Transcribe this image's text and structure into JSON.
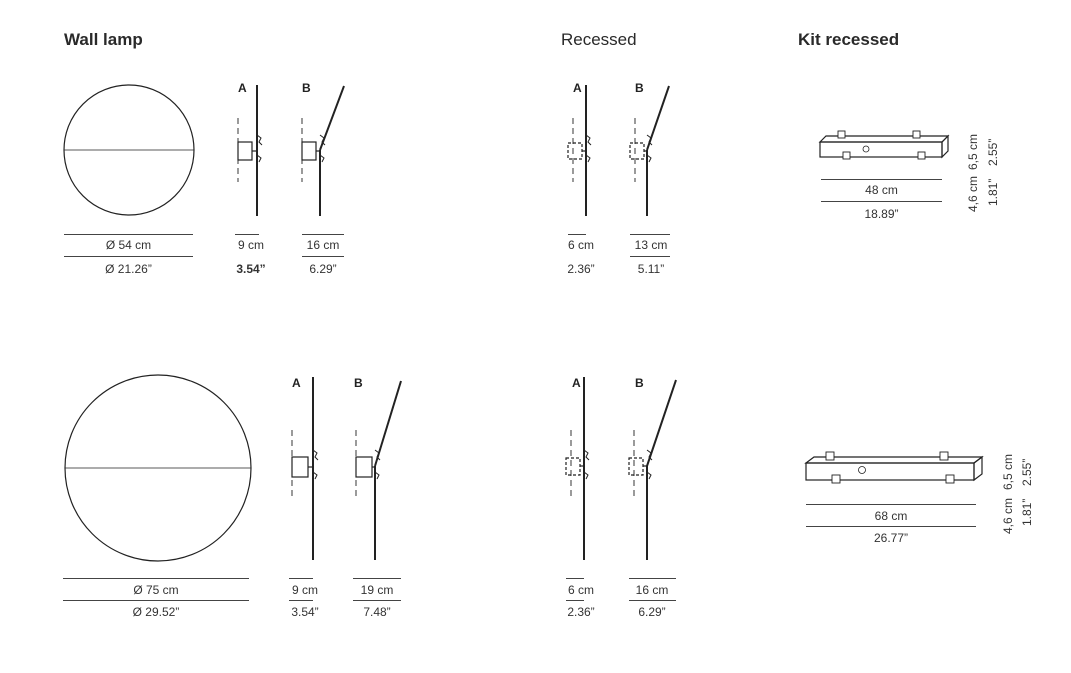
{
  "headings": {
    "wall_lamp": "Wall lamp",
    "recessed": "Recessed",
    "kit_recessed": "Kit recessed"
  },
  "labels": {
    "a": "A",
    "b": "B"
  },
  "row1": {
    "diameter_cm": "Ø 54 cm",
    "diameter_in": "Ø 21.26”",
    "wall_a_cm": "9 cm",
    "wall_a_in": "3.54”",
    "wall_b_cm": "16 cm",
    "wall_b_in": "6.29”",
    "rec_a_cm": "6 cm",
    "rec_a_in": "2.36”",
    "rec_b_cm": "13 cm",
    "rec_b_in": "5.11”",
    "kit_len_cm": "48 cm",
    "kit_len_in": "18.89”",
    "kit_h1_cm": "4,6 cm",
    "kit_h2_cm": "6,5 cm",
    "kit_h1_in": "1.81”",
    "kit_h2_in": "2.55”"
  },
  "row2": {
    "diameter_cm": "Ø 75 cm",
    "diameter_in": "Ø 29.52”",
    "wall_a_cm": "9 cm",
    "wall_a_in": "3.54”",
    "wall_b_cm": "19 cm",
    "wall_b_in": "7.48”",
    "rec_a_cm": "6 cm",
    "rec_a_in": "2.36”",
    "rec_b_cm": "16 cm",
    "rec_b_in": "6.29”",
    "kit_len_cm": "68 cm",
    "kit_len_in": "26.77”",
    "kit_h1_cm": "4,6 cm",
    "kit_h2_cm": "6,5 cm",
    "kit_h1_in": "1.81”",
    "kit_h2_in": "2.55”"
  }
}
